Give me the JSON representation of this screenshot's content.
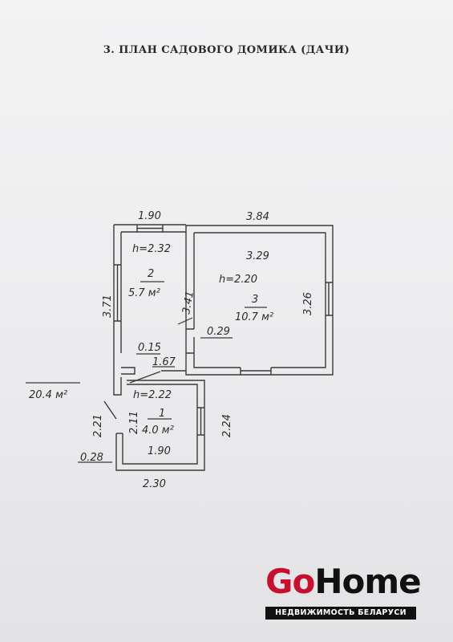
{
  "title": "3. ПЛАН САДОВОГО ДОМИКА (ДАЧИ)",
  "total_area": "20.4 м²",
  "rooms": {
    "r1": {
      "num": "1",
      "area": "4.0 м²",
      "height": "h=2.22"
    },
    "r2": {
      "num": "2",
      "area": "5.7 м²",
      "height": "h=2.32"
    },
    "r3": {
      "num": "3",
      "area": "10.7 м²",
      "height": "h=2.20"
    }
  },
  "dimensions": {
    "top_left": "1.90",
    "top_right": "3.84",
    "r3_inner_width": "3.29",
    "r3_right": "3.26",
    "r2_left": "3.71",
    "r2_partition": "3.41",
    "door_r3": "0.29",
    "r2_door": "0.15",
    "r1_top": "1.67",
    "r1_outer_left": "2.21",
    "r1_inner_left": "2.11",
    "r1_right": "2.24",
    "r1_bottom_inner": "1.90",
    "r1_bottom": "2.30",
    "r1_step": "0.28"
  },
  "logo": {
    "go": "Go",
    "home": "Home",
    "tagline": "НЕДВИЖИМОСТЬ БЕЛАРУСИ"
  }
}
